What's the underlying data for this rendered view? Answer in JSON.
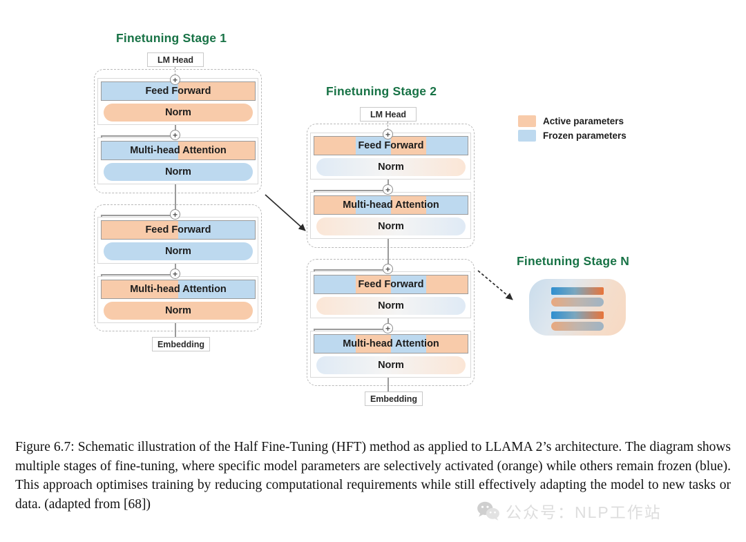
{
  "figure": {
    "stages": [
      {
        "id": "stage-1",
        "title": "Finetuning Stage 1",
        "top_cap": "LM Head",
        "bottom_cap": "Embedding",
        "blocks": [
          {
            "id": "stage1-block-upper",
            "rows": [
              {
                "label": "Feed Forward",
                "style": "rect",
                "fill": "split-blue-orange"
              },
              {
                "label": "Norm",
                "style": "pill",
                "fill": "solid-orange"
              }
            ]
          },
          {
            "id": "stage1-block-upper-attn",
            "rows": [
              {
                "label": "Multi-head Attention",
                "style": "rect",
                "fill": "split-blue-orange"
              },
              {
                "label": "Norm",
                "style": "pill",
                "fill": "solid-blue"
              }
            ]
          },
          {
            "id": "stage1-block-lower",
            "rows": [
              {
                "label": "Feed Forward",
                "style": "rect",
                "fill": "split-orange-blue"
              },
              {
                "label": "Norm",
                "style": "pill",
                "fill": "solid-blue"
              }
            ]
          },
          {
            "id": "stage1-block-lower-attn",
            "rows": [
              {
                "label": "Multi-head Attention",
                "style": "rect",
                "fill": "split-orange-blue"
              },
              {
                "label": "Norm",
                "style": "pill",
                "fill": "solid-orange"
              }
            ]
          }
        ]
      },
      {
        "id": "stage-2",
        "title": "Finetuning Stage 2",
        "top_cap": "LM Head",
        "bottom_cap": "Embedding",
        "blocks": [
          {
            "id": "stage2-block-upper",
            "rows": [
              {
                "label": "Feed Forward",
                "style": "rect",
                "fill": "stripe-obob"
              },
              {
                "label": "Norm",
                "style": "pill",
                "fill": "grad-blue-orange"
              }
            ]
          },
          {
            "id": "stage2-block-upper-attn",
            "rows": [
              {
                "label": "Multi-head Attention",
                "style": "rect",
                "fill": "stripe-obob"
              },
              {
                "label": "Norm",
                "style": "pill",
                "fill": "grad-orange-blue"
              }
            ]
          },
          {
            "id": "stage2-block-lower",
            "rows": [
              {
                "label": "Feed Forward",
                "style": "rect",
                "fill": "stripe-bobo"
              },
              {
                "label": "Norm",
                "style": "pill",
                "fill": "grad-orange-blue"
              }
            ]
          },
          {
            "id": "stage2-block-lower-attn",
            "rows": [
              {
                "label": "Multi-head Attention",
                "style": "rect",
                "fill": "stripe-bobo"
              },
              {
                "label": "Norm",
                "style": "pill",
                "fill": "grad-blue-orange"
              }
            ]
          }
        ]
      },
      {
        "id": "stage-n",
        "title": "Finetuning Stage N",
        "card_bars": [
          {
            "fill": "grad-strong-blue-orange",
            "shape": "rect"
          },
          {
            "fill": "grad-mid-orange-blue",
            "shape": "pill"
          },
          {
            "fill": "grad-strong-blue-orange",
            "shape": "rect"
          },
          {
            "fill": "grad-mid-orange-blue",
            "shape": "pill"
          }
        ]
      }
    ],
    "legend": {
      "items": [
        {
          "label": "Active parameters",
          "color": "#f8cbaa"
        },
        {
          "label": "Frozen parameters",
          "color": "#bdd9ef"
        }
      ]
    },
    "junction_symbol": "+",
    "colors": {
      "active_orange": "#f8cbaa",
      "frozen_blue": "#bdd9ef",
      "title_green": "#177245",
      "line_gray": "#9a9a9a",
      "dashed_gray": "#b9b9b9"
    }
  },
  "caption": {
    "text": "Figure 6.7: Schematic illustration of the Half Fine-Tuning (HFT) method as applied to LLAMA 2’s architecture. The diagram shows multiple stages of fine-tuning, where specific model parameters are selectively activated (orange) while others remain frozen (blue). This approach optimises training by reducing computational requirements while still effectively adapting the model to new tasks or data. (adapted from [68])"
  },
  "watermark": {
    "text": "公众号：NLP工作站"
  }
}
